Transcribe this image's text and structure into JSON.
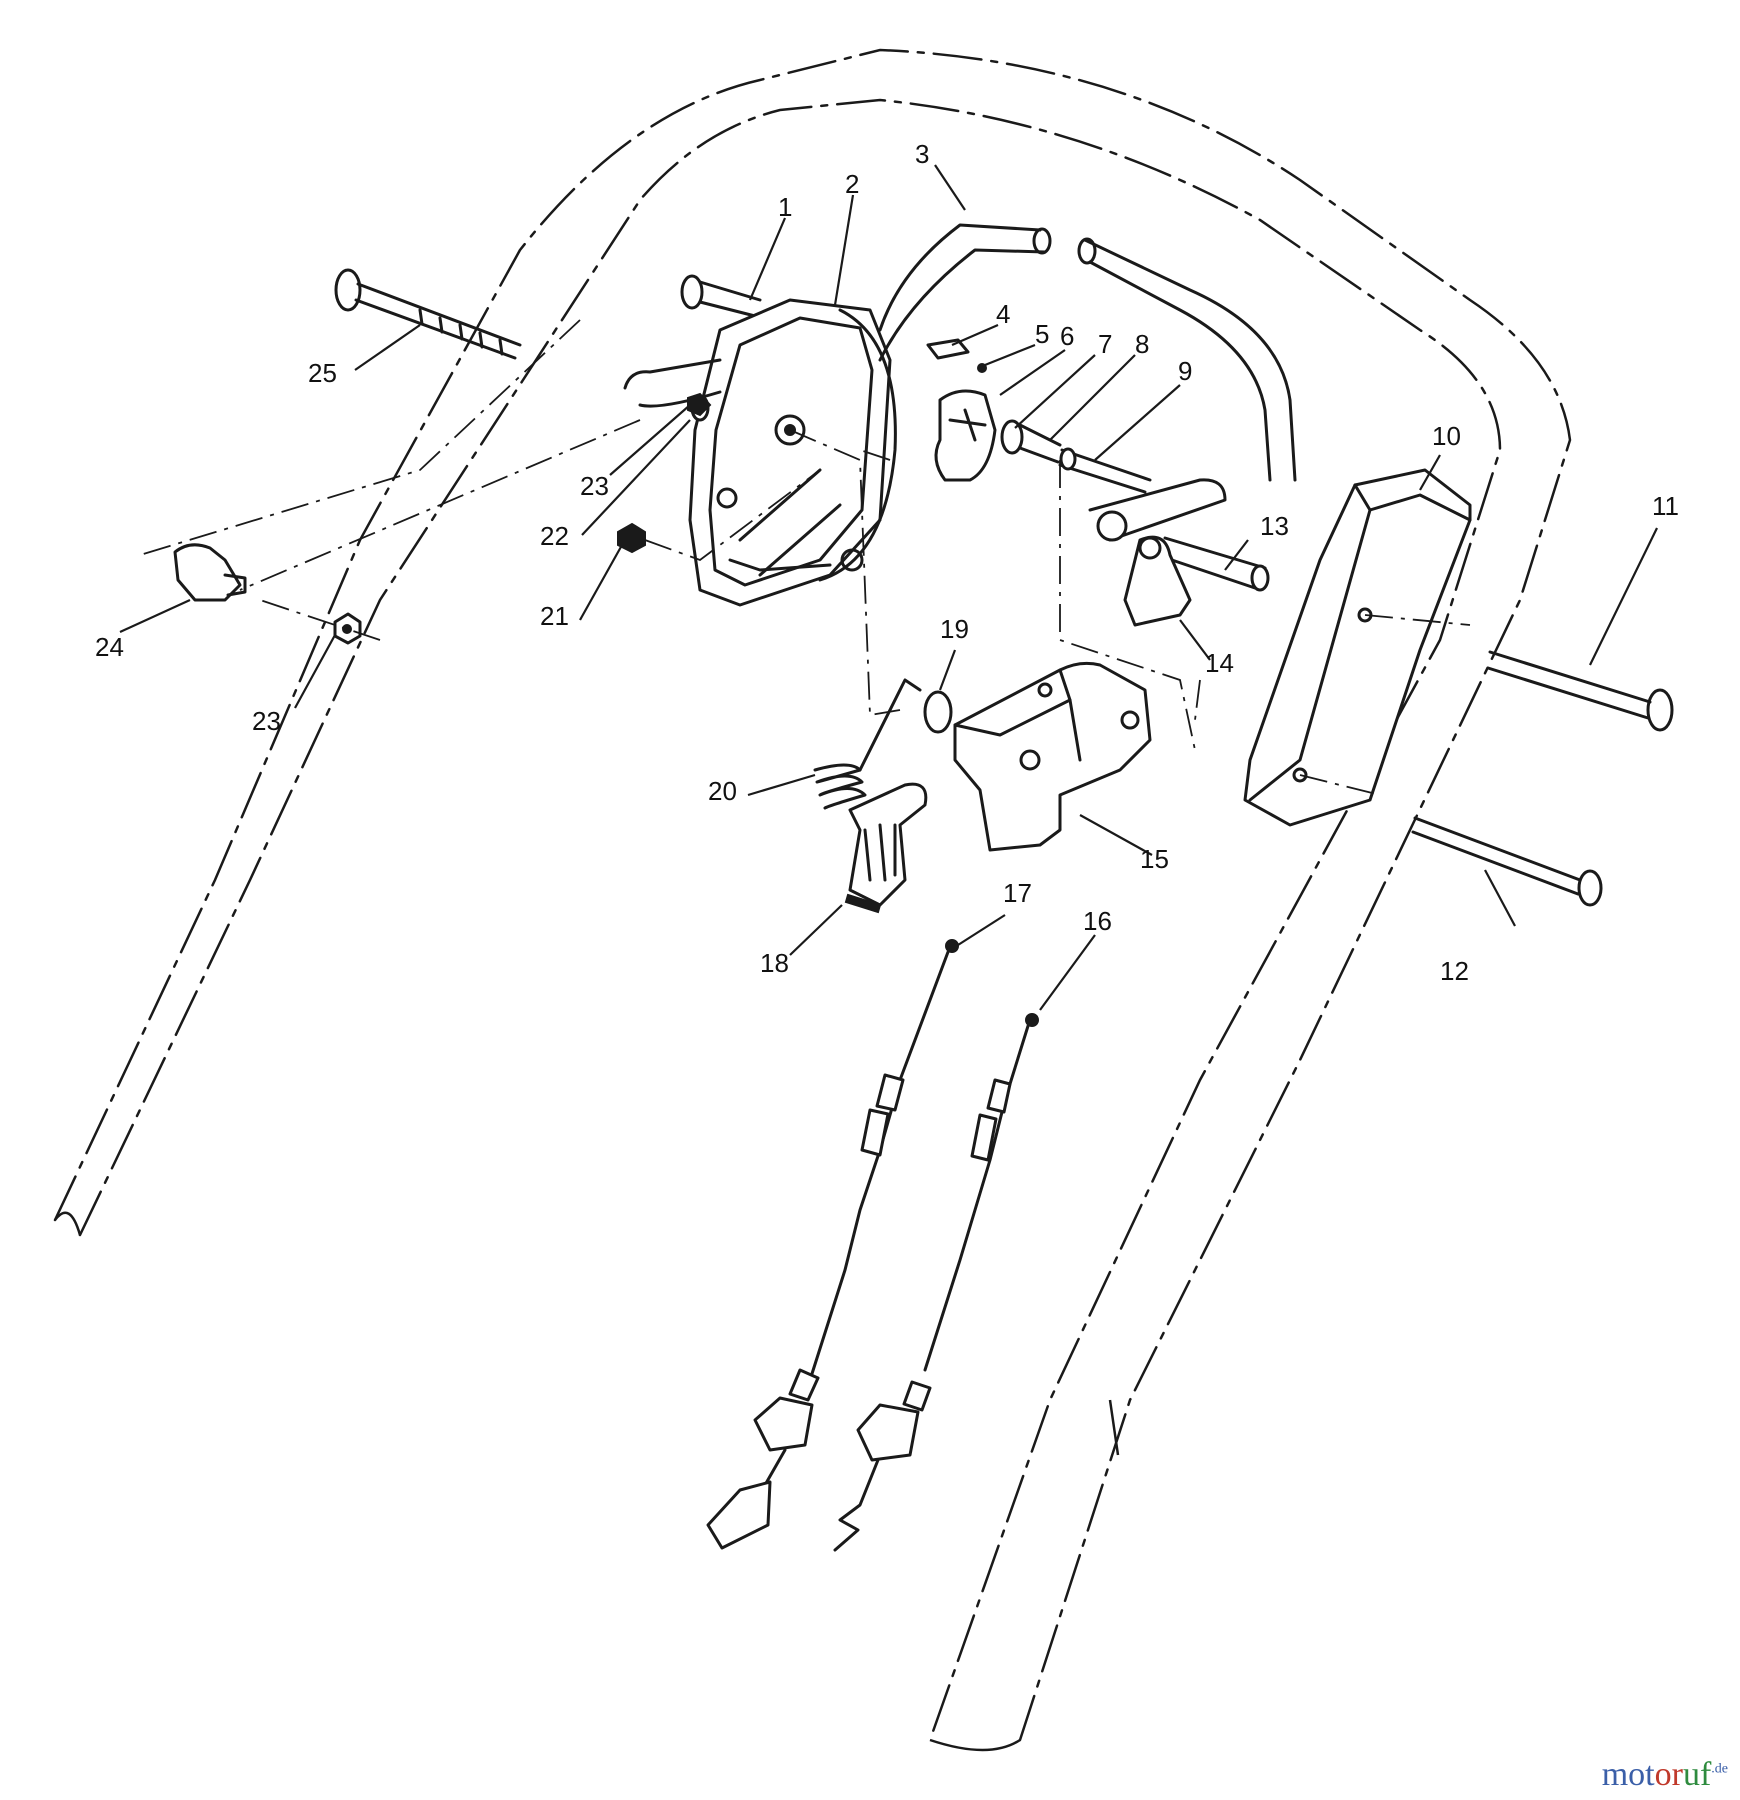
{
  "callouts": [
    {
      "id": "c1",
      "label": "1"
    },
    {
      "id": "c2",
      "label": "2"
    },
    {
      "id": "c3",
      "label": "3"
    },
    {
      "id": "c4",
      "label": "4"
    },
    {
      "id": "c5",
      "label": "5"
    },
    {
      "id": "c6",
      "label": "6"
    },
    {
      "id": "c7",
      "label": "7"
    },
    {
      "id": "c8",
      "label": "8"
    },
    {
      "id": "c9",
      "label": "9"
    },
    {
      "id": "c10",
      "label": "10"
    },
    {
      "id": "c11",
      "label": "11"
    },
    {
      "id": "c12",
      "label": "12"
    },
    {
      "id": "c13",
      "label": "13"
    },
    {
      "id": "c14",
      "label": "14"
    },
    {
      "id": "c15",
      "label": "15"
    },
    {
      "id": "c16",
      "label": "16"
    },
    {
      "id": "c17",
      "label": "17"
    },
    {
      "id": "c18",
      "label": "18"
    },
    {
      "id": "c19",
      "label": "19"
    },
    {
      "id": "c20",
      "label": "20"
    },
    {
      "id": "c21",
      "label": "21"
    },
    {
      "id": "c22",
      "label": "22"
    },
    {
      "id": "c23a",
      "label": "23"
    },
    {
      "id": "c23b",
      "label": "23"
    },
    {
      "id": "c24",
      "label": "24"
    },
    {
      "id": "c25",
      "label": "25"
    }
  ],
  "watermark": {
    "part1": "mot",
    "part2": "or",
    "part3": "uf",
    "suffix": ".de"
  }
}
